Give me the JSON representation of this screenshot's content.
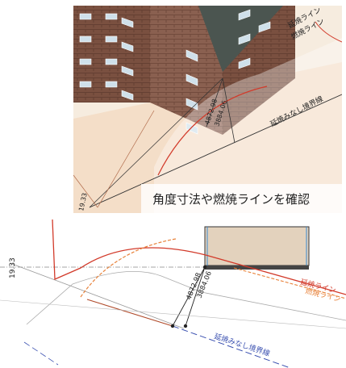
{
  "caption": "角度寸法や燃焼ラインを確認",
  "top_view": {
    "label_enshou": "延焼ライン",
    "label_nenshou": "燃焼ライン",
    "label_boundary": "延焼みなし境界線",
    "dim1": "4872.98",
    "dim2": "3884.06",
    "angle": "19.33"
  },
  "plan_view": {
    "label_enshou": "延焼ライン",
    "label_nenshou": "燃焼ライン",
    "label_boundary": "延焼みなし境界線",
    "dim1": "4872.98",
    "dim2": "3884.06",
    "angle": "19.33"
  },
  "colors": {
    "enshou_line": "#d23a2a",
    "nenshou_line": "#e8823a",
    "boundary_line": "#3a50b0",
    "building_fill": "#e3d2bd"
  }
}
